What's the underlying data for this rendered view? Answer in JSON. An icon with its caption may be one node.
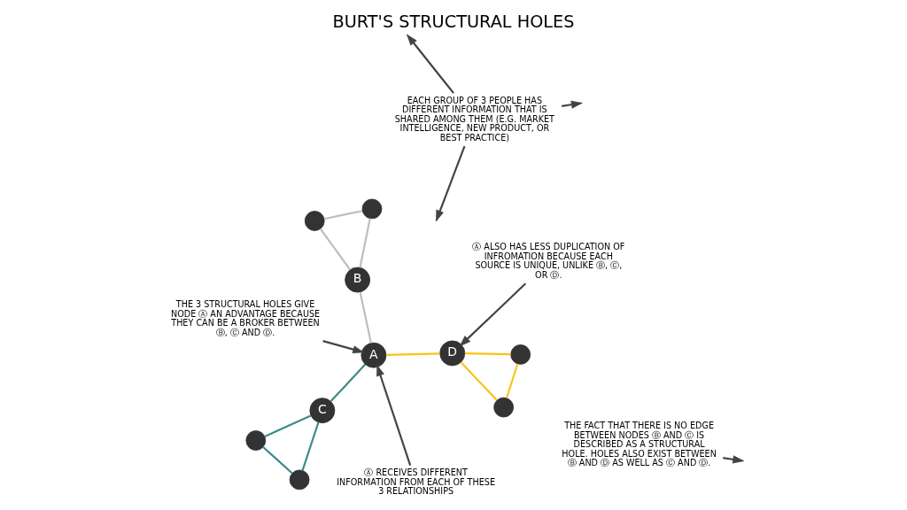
{
  "diagram": {
    "title": "BURT'S STRUCTURAL HOLES",
    "nodes": [
      {
        "text": [
          "A"
        ]
      },
      {
        "text": [
          "B"
        ]
      },
      {
        "text": [
          "C"
        ]
      },
      {
        "text": [
          "D"
        ]
      },
      {
        "text": [],
        "shape": "circle"
      },
      {
        "text": [],
        "shape": "circle"
      },
      {
        "text": [],
        "shape": "circle"
      },
      {
        "text": [],
        "shape": "circle"
      },
      {
        "text": [],
        "shape": "circle"
      },
      {
        "text": [],
        "shape": "circle"
      },
      {
        "text": [
          "EACH GROUP OF 3 PEOPLE HAS DIFFERENT INFORMATION THAT IS SHARED AMONG THEM (E.G. MARKET INTELLIGENCE, NEW PRODUCT, OR BEST PRACTICE)"
        ]
      },
      {
        "text": [
          "Ⓐ RECEIVES DIFFERENT INFORMATION FROM EACH OF THESE 3 RELATIONSHIPS"
        ]
      },
      {
        "text": [
          "THE FACT THAT THERE IS NO EDGE BETWEEN NODES Ⓑ AND Ⓒ IS DESCRIBED AS A STRUCTURAL HOLE. HOLES ALSO EXIST BETWEEN Ⓑ AND Ⓓ AS WELL AS Ⓒ AND Ⓓ."
        ]
      },
      {
        "text": [
          "THE 3 STRUCTURAL HOLES GIVE NODE Ⓐ AN ADVANTAGE BECAUSE THEY CAN BE A BROKER BETWEEN Ⓑ, Ⓒ AND Ⓓ."
        ]
      },
      {
        "text": [
          "Ⓐ ALSO HAS LESS DUPLICATION OF INFROMATION BECAUSE EACH SOURCE IS UNIQUE, UNLIKE Ⓑ, Ⓒ, OR Ⓓ."
        ]
      }
    ],
    "edges": [
      {
        "from": 1,
        "to": 4,
        "arrow": "none",
        "color": "#bdbdbd"
      },
      {
        "from": 4,
        "to": 5,
        "arrow": "none",
        "color": "#bdbdbd"
      },
      {
        "from": 5,
        "to": 1,
        "arrow": "none",
        "color": "#bdbdbd"
      },
      {
        "from": 1,
        "to": 0,
        "arrow": "none",
        "color": "#bdbdbd"
      },
      {
        "from": 0,
        "to": 2,
        "arrow": "none",
        "color": "#3d8a8a"
      },
      {
        "from": 2,
        "to": 6,
        "arrow": "none",
        "color": "#3d8a8a"
      },
      {
        "from": 6,
        "to": 7,
        "arrow": "none",
        "color": "#3d8a8a"
      },
      {
        "from": 7,
        "to": 2,
        "arrow": "none",
        "color": "#3d8a8a"
      },
      {
        "from": 0,
        "to": 3,
        "arrow": "none",
        "color": "#f5c518"
      },
      {
        "from": 3,
        "to": 8,
        "arrow": "none",
        "color": "#f5c518"
      },
      {
        "from": 8,
        "to": 9,
        "arrow": "none",
        "color": "#f5c518"
      },
      {
        "from": 9,
        "to": 3,
        "arrow": "none",
        "color": "#f5c518"
      },
      {
        "from": 10,
        "to": null,
        "arrow": "to"
      },
      {
        "from": 10,
        "to": null,
        "arrow": "to"
      },
      {
        "from": 10,
        "to": null,
        "arrow": "to"
      },
      {
        "from": 11,
        "to": 0,
        "arrow": "to"
      },
      {
        "from": 12,
        "to": null,
        "arrow": "to"
      },
      {
        "from": 13,
        "to": 0,
        "arrow": "to"
      },
      {
        "from": 14,
        "to": 3,
        "arrow": "to"
      }
    ]
  }
}
